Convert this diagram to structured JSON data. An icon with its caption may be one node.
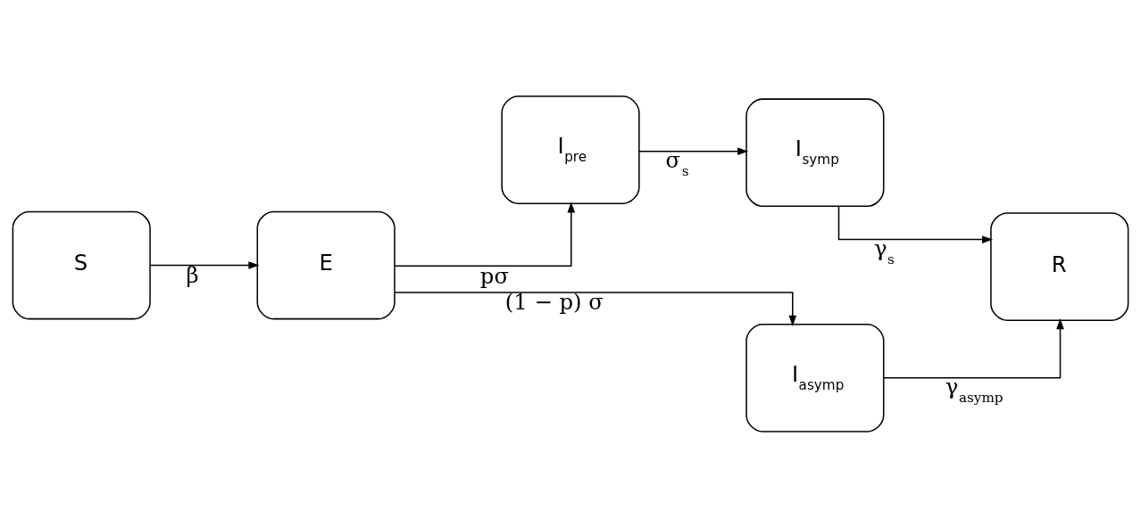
{
  "diagram": {
    "nodes": [
      {
        "text": [
          "S"
        ]
      },
      {
        "text": [
          "E"
        ]
      },
      {
        "text": [
          "I$_{pre}$"
        ]
      },
      {
        "text": [
          "I$_{symp}$"
        ]
      },
      {
        "text": [
          "I$_{asymp}$"
        ]
      },
      {
        "text": [
          "R"
        ]
      }
    ],
    "edges": [
      {
        "from": 0,
        "to": 1,
        "arrow": "to",
        "label": "β"
      },
      {
        "from": 1,
        "to": 2,
        "arrow": "to",
        "label": "pσ"
      },
      {
        "from": 1,
        "to": 4,
        "arrow": "to",
        "label": "(1 − p) σ"
      },
      {
        "from": 2,
        "to": 3,
        "arrow": "to",
        "label": "σ$_{s}$"
      },
      {
        "from": 3,
        "to": 5,
        "arrow": "to",
        "label": "γ$_{s}$"
      },
      {
        "from": 4,
        "to": 5,
        "arrow": "to",
        "label": "γ$_{asymp}$"
      }
    ]
  }
}
